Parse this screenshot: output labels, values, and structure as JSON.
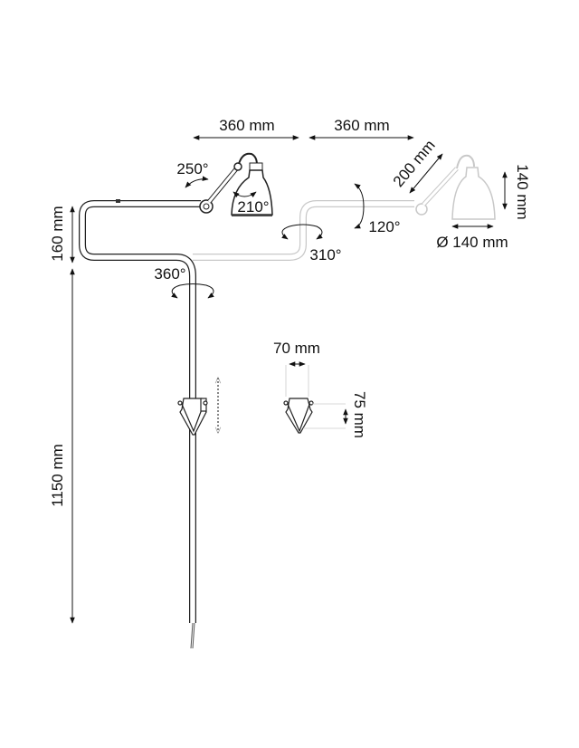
{
  "dimensions": {
    "arm_length_1": "360 mm",
    "arm_length_2": "360 mm",
    "upper_arm": "200 mm",
    "shade_height": "140 mm",
    "shade_diameter": "Ø 140 mm",
    "offset_height": "160 mm",
    "pole_length": "1150 mm",
    "bracket_width": "70 mm",
    "bracket_height": "75 mm"
  },
  "angles": {
    "shoulder": "250°",
    "shade": "210°",
    "elbow": "310°",
    "arm_tilt": "120°",
    "base": "360°"
  },
  "colors": {
    "line": "#111111",
    "ghost": "#c8c8c8"
  }
}
